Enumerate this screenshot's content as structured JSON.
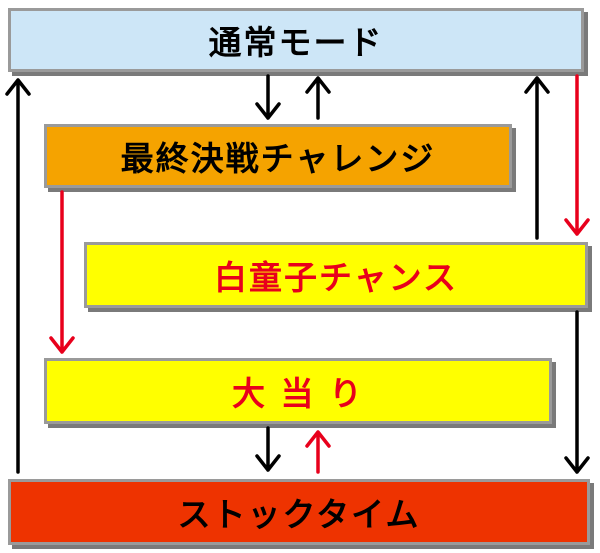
{
  "nodes": {
    "normal": {
      "label": "通常モード",
      "fill": "#cde6f7",
      "text_color": "#000000"
    },
    "final_battle": {
      "label": "最終決戦チャレンジ",
      "fill": "#f5a300",
      "text_color": "#000000"
    },
    "chance": {
      "label": "白童子チャンス",
      "fill": "#ffff00",
      "text_color": "#e8001c"
    },
    "jackpot": {
      "label": "大 当 り",
      "fill": "#ffff00",
      "text_color": "#e8001c"
    },
    "stock": {
      "label": "ストックタイム",
      "fill": "#ee3300",
      "text_color": "#000000"
    }
  },
  "edges": [
    {
      "from": "normal",
      "to": "final_battle",
      "color": "#000000"
    },
    {
      "from": "final_battle",
      "to": "normal",
      "color": "#000000"
    },
    {
      "from": "final_battle",
      "to": "jackpot",
      "color": "#e8001c"
    },
    {
      "from": "normal",
      "to": "chance",
      "color": "#e8001c"
    },
    {
      "from": "chance",
      "to": "normal",
      "color": "#000000"
    },
    {
      "from": "chance",
      "to": "stock",
      "color": "#000000"
    },
    {
      "from": "jackpot",
      "to": "stock",
      "color": "#000000"
    },
    {
      "from": "stock",
      "to": "jackpot",
      "color": "#e8001c"
    },
    {
      "from": "stock",
      "to": "normal",
      "color": "#000000"
    }
  ]
}
